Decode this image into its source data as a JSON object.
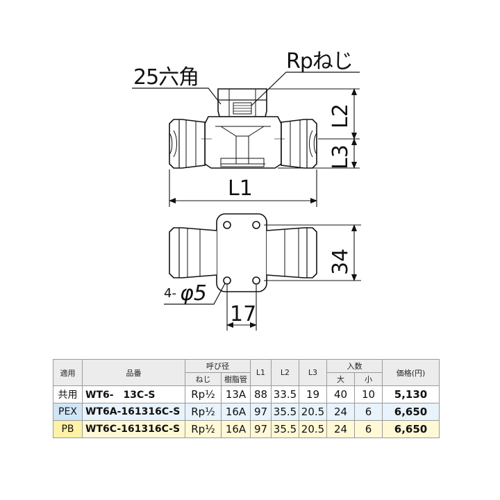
{
  "drawing": {
    "hex_label": "25六角",
    "thread_label": "Rpねじ",
    "dim_l1": "L1",
    "dim_l2": "L2",
    "dim_l3": "L3",
    "dim_height": "34",
    "dim_hole_prefix": "4-",
    "dim_hole": "φ5",
    "dim_pitch": "17"
  },
  "table": {
    "headers": {
      "usage": "適用",
      "code": "品番",
      "size_group": "呼び径",
      "size_thread": "ねじ",
      "size_resin": "樹脂管",
      "l1": "L1",
      "l2": "L2",
      "l3": "L3",
      "qty_group": "入数",
      "qty_large": "大",
      "qty_small": "小",
      "price": "価格(円)"
    },
    "rows": [
      {
        "usage": "共用",
        "code": "WT6-　13C-S",
        "thread": "Rp½",
        "resin": "13A",
        "l1": "88",
        "l2": "33.5",
        "l3": "19",
        "qty_large": "40",
        "qty_small": "10",
        "price": "5,130"
      },
      {
        "usage": "PEX",
        "code": "WT6A-161316C-S",
        "thread": "Rp½",
        "resin": "16A",
        "l1": "97",
        "l2": "35.5",
        "l3": "20.5",
        "qty_large": "24",
        "qty_small": "6",
        "price": "6,650"
      },
      {
        "usage": "PB",
        "code": "WT6C-161316C-S",
        "thread": "Rp½",
        "resin": "16A",
        "l1": "97",
        "l2": "35.5",
        "l3": "20.5",
        "qty_large": "24",
        "qty_small": "6",
        "price": "6,650"
      }
    ]
  }
}
